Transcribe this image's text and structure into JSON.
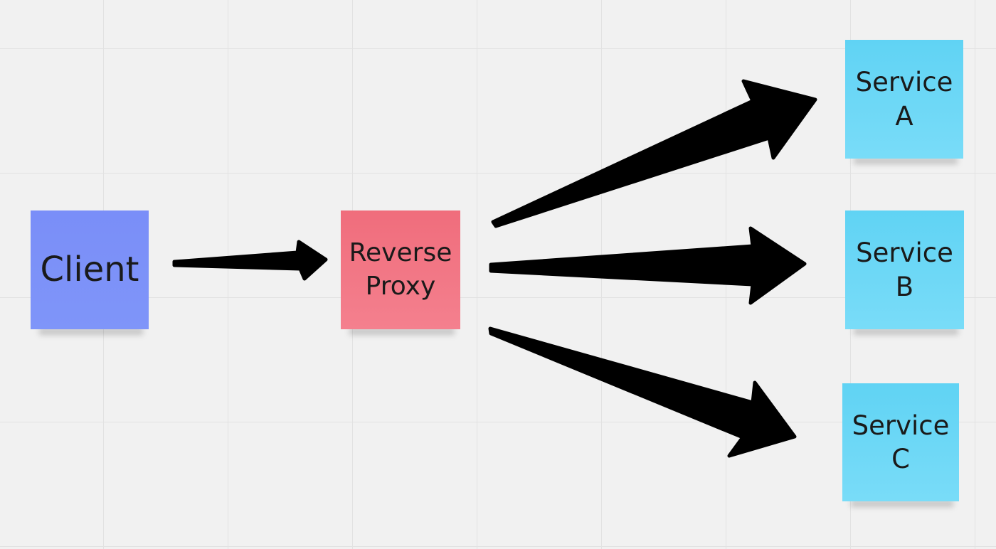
{
  "board": {
    "notes": {
      "client": {
        "label": "Client",
        "color": "#7a8ff8"
      },
      "proxy": {
        "label": "Reverse\nProxy",
        "color": "#f1717f"
      },
      "service_a": {
        "label": "Service\nA",
        "color": "#66d5f5"
      },
      "service_b": {
        "label": "Service\nB",
        "color": "#66d5f5"
      },
      "service_c": {
        "label": "Service\nC",
        "color": "#66d5f5"
      }
    },
    "connectors": [
      {
        "from": "Client",
        "to": "Reverse Proxy"
      },
      {
        "from": "Reverse Proxy",
        "to": "Service A"
      },
      {
        "from": "Reverse Proxy",
        "to": "Service B"
      },
      {
        "from": "Reverse Proxy",
        "to": "Service C"
      }
    ],
    "arrow_color": "#000000",
    "grid_color": "#e2e2e2",
    "background_color": "#f1f1f1"
  }
}
